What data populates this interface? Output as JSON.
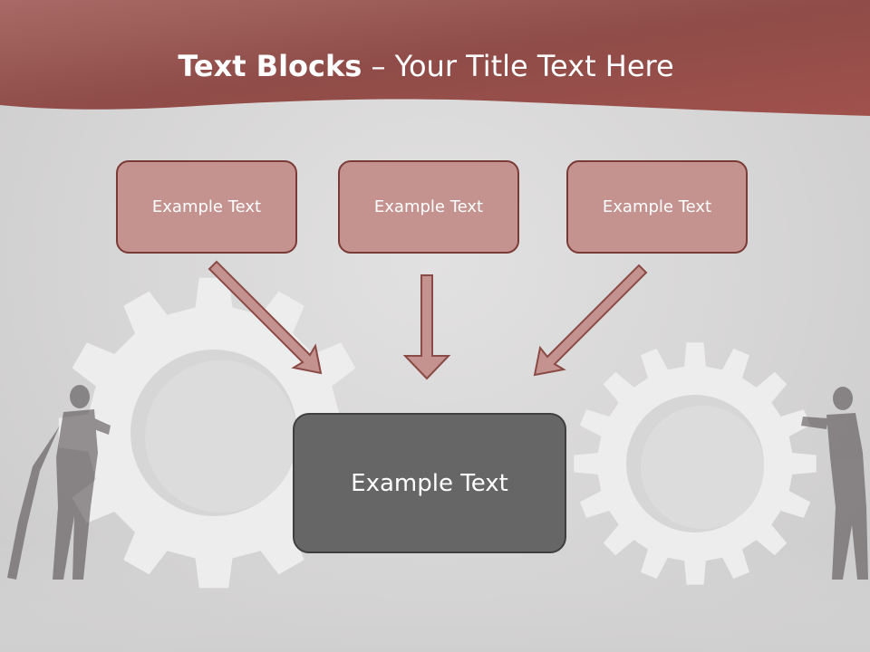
{
  "slide": {
    "title_bold": "Text Blocks",
    "title_dash": " – ",
    "title_rest": "Your Title Text Here",
    "top_boxes": [
      "Example Text",
      "Example Text",
      "Example Text"
    ],
    "bottom_box": "Example Text"
  },
  "colors": {
    "header": "#a15a55",
    "box_fill": "#c4938f",
    "box_border": "#7a3a36",
    "bottom_box_fill": "#666666",
    "arrow_fill": "#c4938f",
    "arrow_stroke": "#8a4a46"
  },
  "icons": [
    "gear-icon",
    "gear-icon",
    "businessman-figure",
    "businessman-figure",
    "arrow-down-right-icon",
    "arrow-down-icon",
    "arrow-down-left-icon"
  ]
}
